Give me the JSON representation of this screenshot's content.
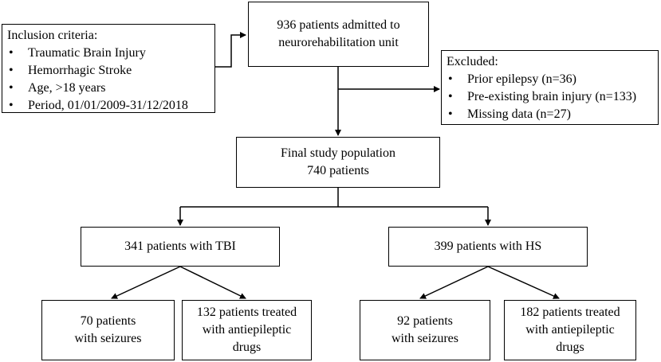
{
  "admitted": {
    "lines": [
      "936 patients admitted to",
      "neurorehabilitation unit"
    ]
  },
  "inclusion": {
    "title": "Inclusion criteria:",
    "items": [
      "Traumatic Brain Injury",
      "Hemorrhagic Stroke",
      "Age, >18 years",
      "Period, 01/01/2009-31/12/2018"
    ]
  },
  "excluded": {
    "title": "Excluded:",
    "items": [
      "Prior epilepsy (n=36)",
      "Pre-existing brain injury (n=133)",
      "Missing data (n=27)"
    ]
  },
  "final": {
    "lines": [
      "Final study population",
      "740 patients"
    ]
  },
  "tbi": {
    "label": "341 patients with TBI"
  },
  "hs": {
    "label": "399 patients with HS"
  },
  "tbi_seizures": {
    "lines": [
      "70 patients",
      "with seizures"
    ]
  },
  "tbi_treated": {
    "lines": [
      "132 patients treated",
      "with antiepileptic",
      "drugs"
    ]
  },
  "hs_seizures": {
    "lines": [
      "92 patients",
      "with seizures"
    ]
  },
  "hs_treated": {
    "lines": [
      "182 patients treated",
      "with antiepileptic",
      "drugs"
    ]
  }
}
